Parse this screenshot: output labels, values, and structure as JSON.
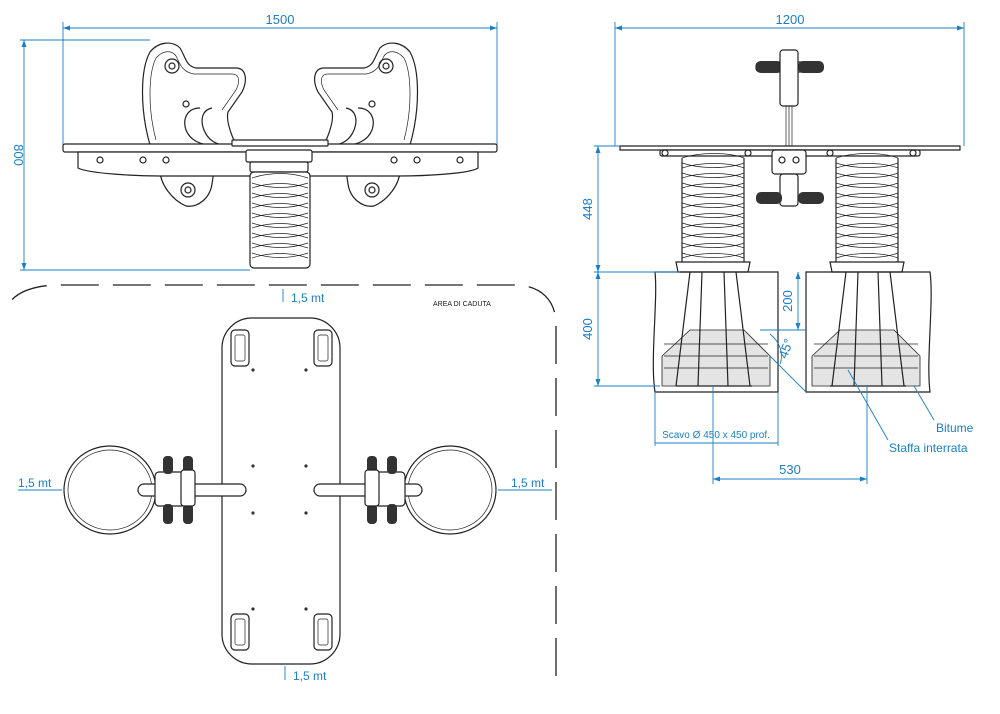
{
  "side_view": {
    "width_dim": "1500",
    "height_dim": "800"
  },
  "front_view": {
    "width_dim": "1200",
    "spring_height_dim": "448",
    "foundation_depth_dim": "400",
    "anchor_depth_dim": "200",
    "angle_dim": "45°",
    "excavation_note": "Scavo Ø 450 x 450 prof.",
    "spacing_dim": "530",
    "bitumen_label": "Bitume",
    "anchor_label": "Staffa interrata"
  },
  "plan_view": {
    "area_label": "AREA DI CADUTA",
    "top_clearance": "1,5 mt",
    "left_clearance": "1,5 mt",
    "right_clearance": "1,5 mt",
    "bottom_clearance": "1,5 mt"
  },
  "colors": {
    "dimension": "#1a7fc4",
    "linework": "#222222"
  }
}
